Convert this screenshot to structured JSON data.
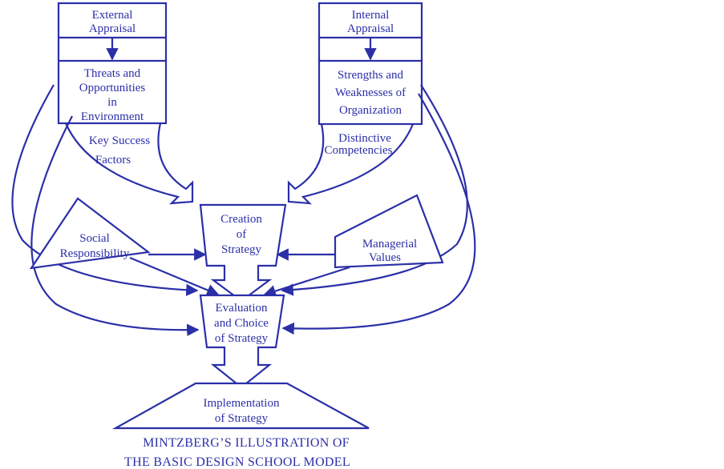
{
  "colors": {
    "ink": "#2b2fa8",
    "background": "#ffffff"
  },
  "external": {
    "title": [
      "External",
      "Appraisal"
    ],
    "threats": [
      "Threats and",
      "Opportunities",
      "in",
      "Environment"
    ],
    "key_factors": [
      "Key Success",
      "Factors"
    ]
  },
  "internal": {
    "title": [
      "Internal",
      "Appraisal"
    ],
    "strengths": [
      "Strengths and",
      "Weaknesses of",
      "Organization"
    ],
    "competencies": [
      "Distinctive",
      "Competencies"
    ]
  },
  "social": [
    "Social",
    "Responsibility"
  ],
  "managerial": [
    "Managerial",
    "Values"
  ],
  "creation": [
    "Creation",
    "of",
    "Strategy"
  ],
  "evaluation": [
    "Evaluation",
    "and Choice",
    "of Strategy"
  ],
  "implementation": [
    "Implementation",
    "of Strategy"
  ],
  "caption": [
    "MINTZBERG’S ILLUSTRATION OF",
    "THE BASIC DESIGN SCHOOL MODEL"
  ]
}
